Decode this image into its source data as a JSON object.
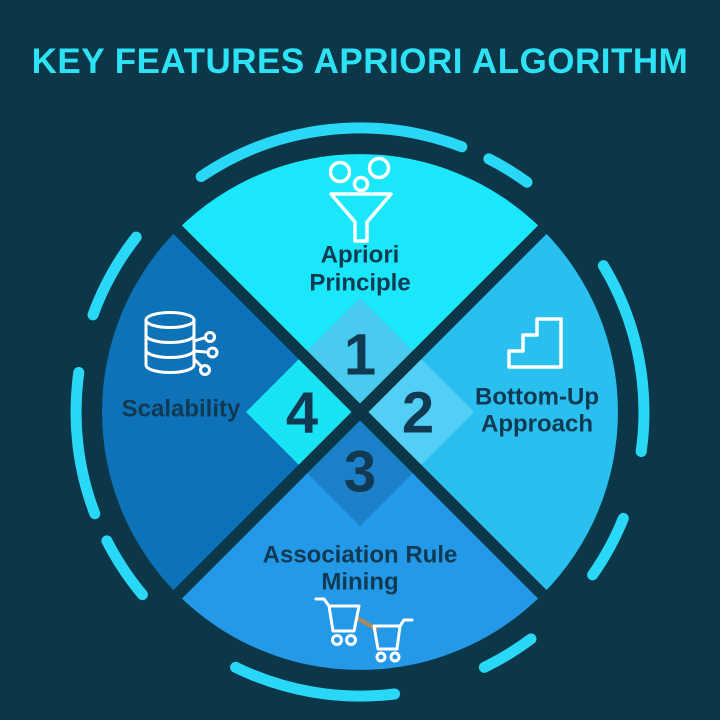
{
  "title": "KEY FEATURES APRIORI ALGORITHM",
  "diagram": {
    "type": "circular-quadrant-infographic",
    "segments": [
      {
        "number": "1",
        "label_line1": "Apriori",
        "label_line2": "Principle",
        "icon": "funnel-icon",
        "quadrant_color": "#1ae7f9",
        "diamond_color": "#49cbf1"
      },
      {
        "number": "2",
        "label_line1": "Bottom-Up",
        "label_line2": "Approach",
        "icon": "stairs-icon",
        "quadrant_color": "#29bfee",
        "diamond_color": "#53cff5"
      },
      {
        "number": "3",
        "label_line1": "Association Rule",
        "label_line2": "Mining",
        "icon": "shopping-carts-icon",
        "quadrant_color": "#2499e8",
        "diamond_color": "#1b80c7"
      },
      {
        "number": "4",
        "label_line1": "Scalability",
        "icon": "database-network-icon",
        "quadrant_color": "#0e72b8",
        "diamond_color": "#18e4f6"
      }
    ]
  },
  "colors": {
    "background": "#0c3748",
    "title_text": "#2ee2f5",
    "arc_dash": "#29d8f6",
    "quadrant_divider": "#0c3748",
    "label_text": "#113a52",
    "number_text": "#113a52",
    "icon_stroke": "#ffffff",
    "cart_link_line": "#ae8a58"
  }
}
